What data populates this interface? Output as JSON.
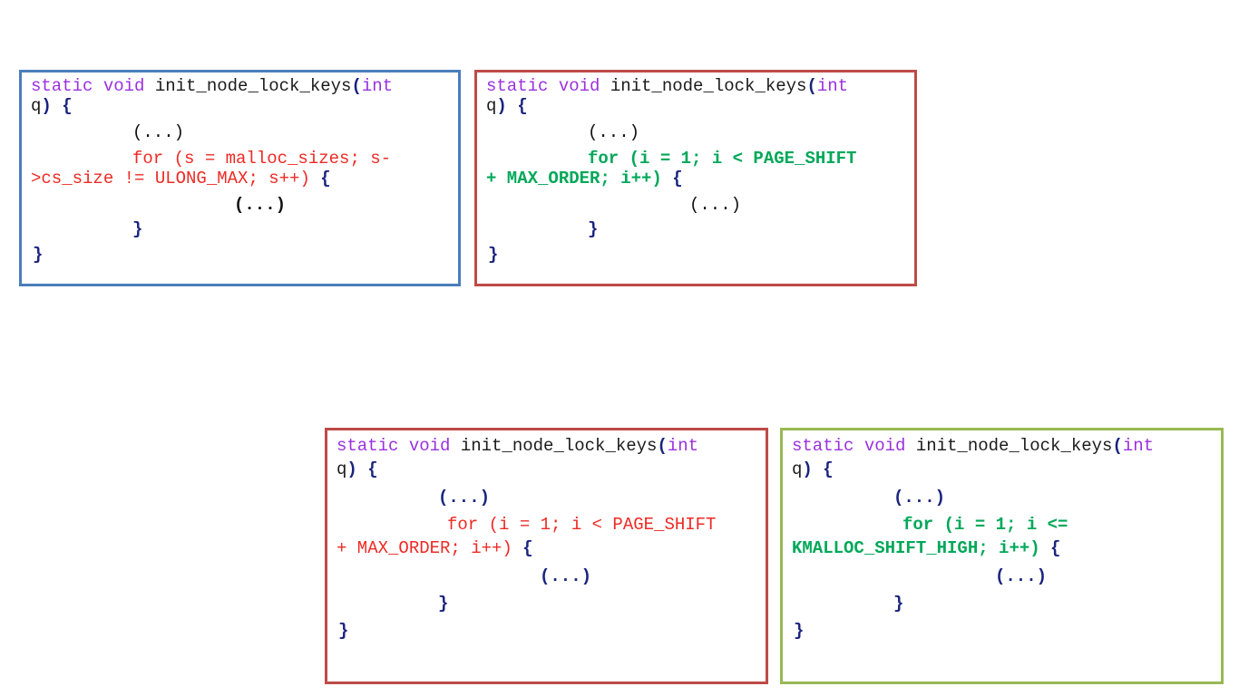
{
  "boxes": [
    {
      "line1": {
        "kw": "static void",
        "fn": " init_node_lock_keys",
        "paren": "(",
        "type": "int"
      },
      "line2": {
        "arg": "q",
        "close": ")",
        "brace": " {"
      },
      "dots1": "(...)",
      "loop_a": "for (s = malloc_sizes; s-",
      "loop_b": ">cs_size != ULONG_MAX; s++)",
      "loop_brace": " {",
      "dots2": "(...)",
      "inner_close": "}",
      "outer_close": "}"
    },
    {
      "line1": {
        "kw": "static void",
        "fn": " init_node_lock_keys",
        "paren": "(",
        "type": "int"
      },
      "line2": {
        "arg": "q",
        "close": ")",
        "brace": " {"
      },
      "dots1": "(...)",
      "loop_a": "for (i = 1; i < PAGE_SHIFT",
      "loop_b": "+ MAX_ORDER; i++)",
      "loop_brace": " {",
      "dots2": "(...)",
      "inner_close": "}",
      "outer_close": "}"
    },
    {
      "line1": {
        "kw": "static void",
        "fn": " init_node_lock_keys",
        "paren": "(",
        "type": "int"
      },
      "line2": {
        "arg": "q",
        "close": ")",
        "brace": " {"
      },
      "dots1": "(...)",
      "loop_a": "for (i = 1; i < PAGE_SHIFT",
      "loop_b": "+ MAX_ORDER; i++)",
      "loop_brace": " {",
      "dots2": "(...)",
      "inner_close": "}",
      "outer_close": "}"
    },
    {
      "line1": {
        "kw": "static void",
        "fn": " init_node_lock_keys",
        "paren": "(",
        "type": "int"
      },
      "line2": {
        "arg": "q",
        "close": ")",
        "brace": " {"
      },
      "dots1": "(...)",
      "loop_a": "for (i = 1; i <=",
      "loop_b": "KMALLOC_SHIFT_HIGH; i++)",
      "loop_brace": " {",
      "dots2": "(...)",
      "inner_close": "}",
      "outer_close": "}"
    }
  ],
  "colors": {
    "keyword": "#9b30e0",
    "red_code": "#ee2a24",
    "green_code": "#00a859",
    "navy": "#1a237e",
    "blue_border": "#4a7ebb",
    "red_border": "#be4b48",
    "green_border": "#98b954"
  }
}
